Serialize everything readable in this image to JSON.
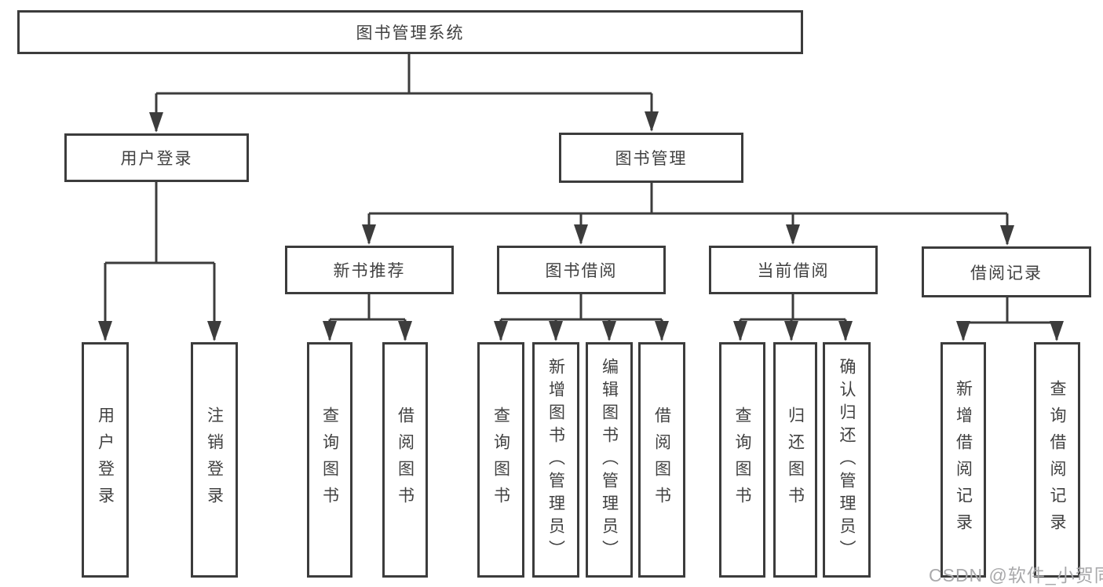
{
  "tree": {
    "label": "图书管理系统",
    "children": [
      {
        "label": "用户登录",
        "children": [
          {
            "label": "用户登录"
          },
          {
            "label": "注销登录"
          }
        ]
      },
      {
        "label": "图书管理",
        "children": [
          {
            "label": "新书推荐",
            "children": [
              {
                "label": "查询图书"
              },
              {
                "label": "借阅图书"
              }
            ]
          },
          {
            "label": "图书借阅",
            "children": [
              {
                "label": "查询图书"
              },
              {
                "label": "新增图书（管理员）"
              },
              {
                "label": "编辑图书（管理员）"
              },
              {
                "label": "借阅图书"
              }
            ]
          },
          {
            "label": "当前借阅",
            "children": [
              {
                "label": "查询图书"
              },
              {
                "label": "归还图书"
              },
              {
                "label": "确认归还（管理员）"
              }
            ]
          },
          {
            "label": "借阅记录",
            "children": [
              {
                "label": "新增借阅记录"
              },
              {
                "label": "查询借阅记录"
              }
            ]
          }
        ]
      }
    ]
  },
  "watermark": {
    "text": "CSDN @软件_小贺同学"
  },
  "colors": {
    "line": "#3c3c3c",
    "box_border": "#3c3c3c",
    "text": "#414141",
    "watermark": "#a9a9ab",
    "background": "#ffffff"
  }
}
